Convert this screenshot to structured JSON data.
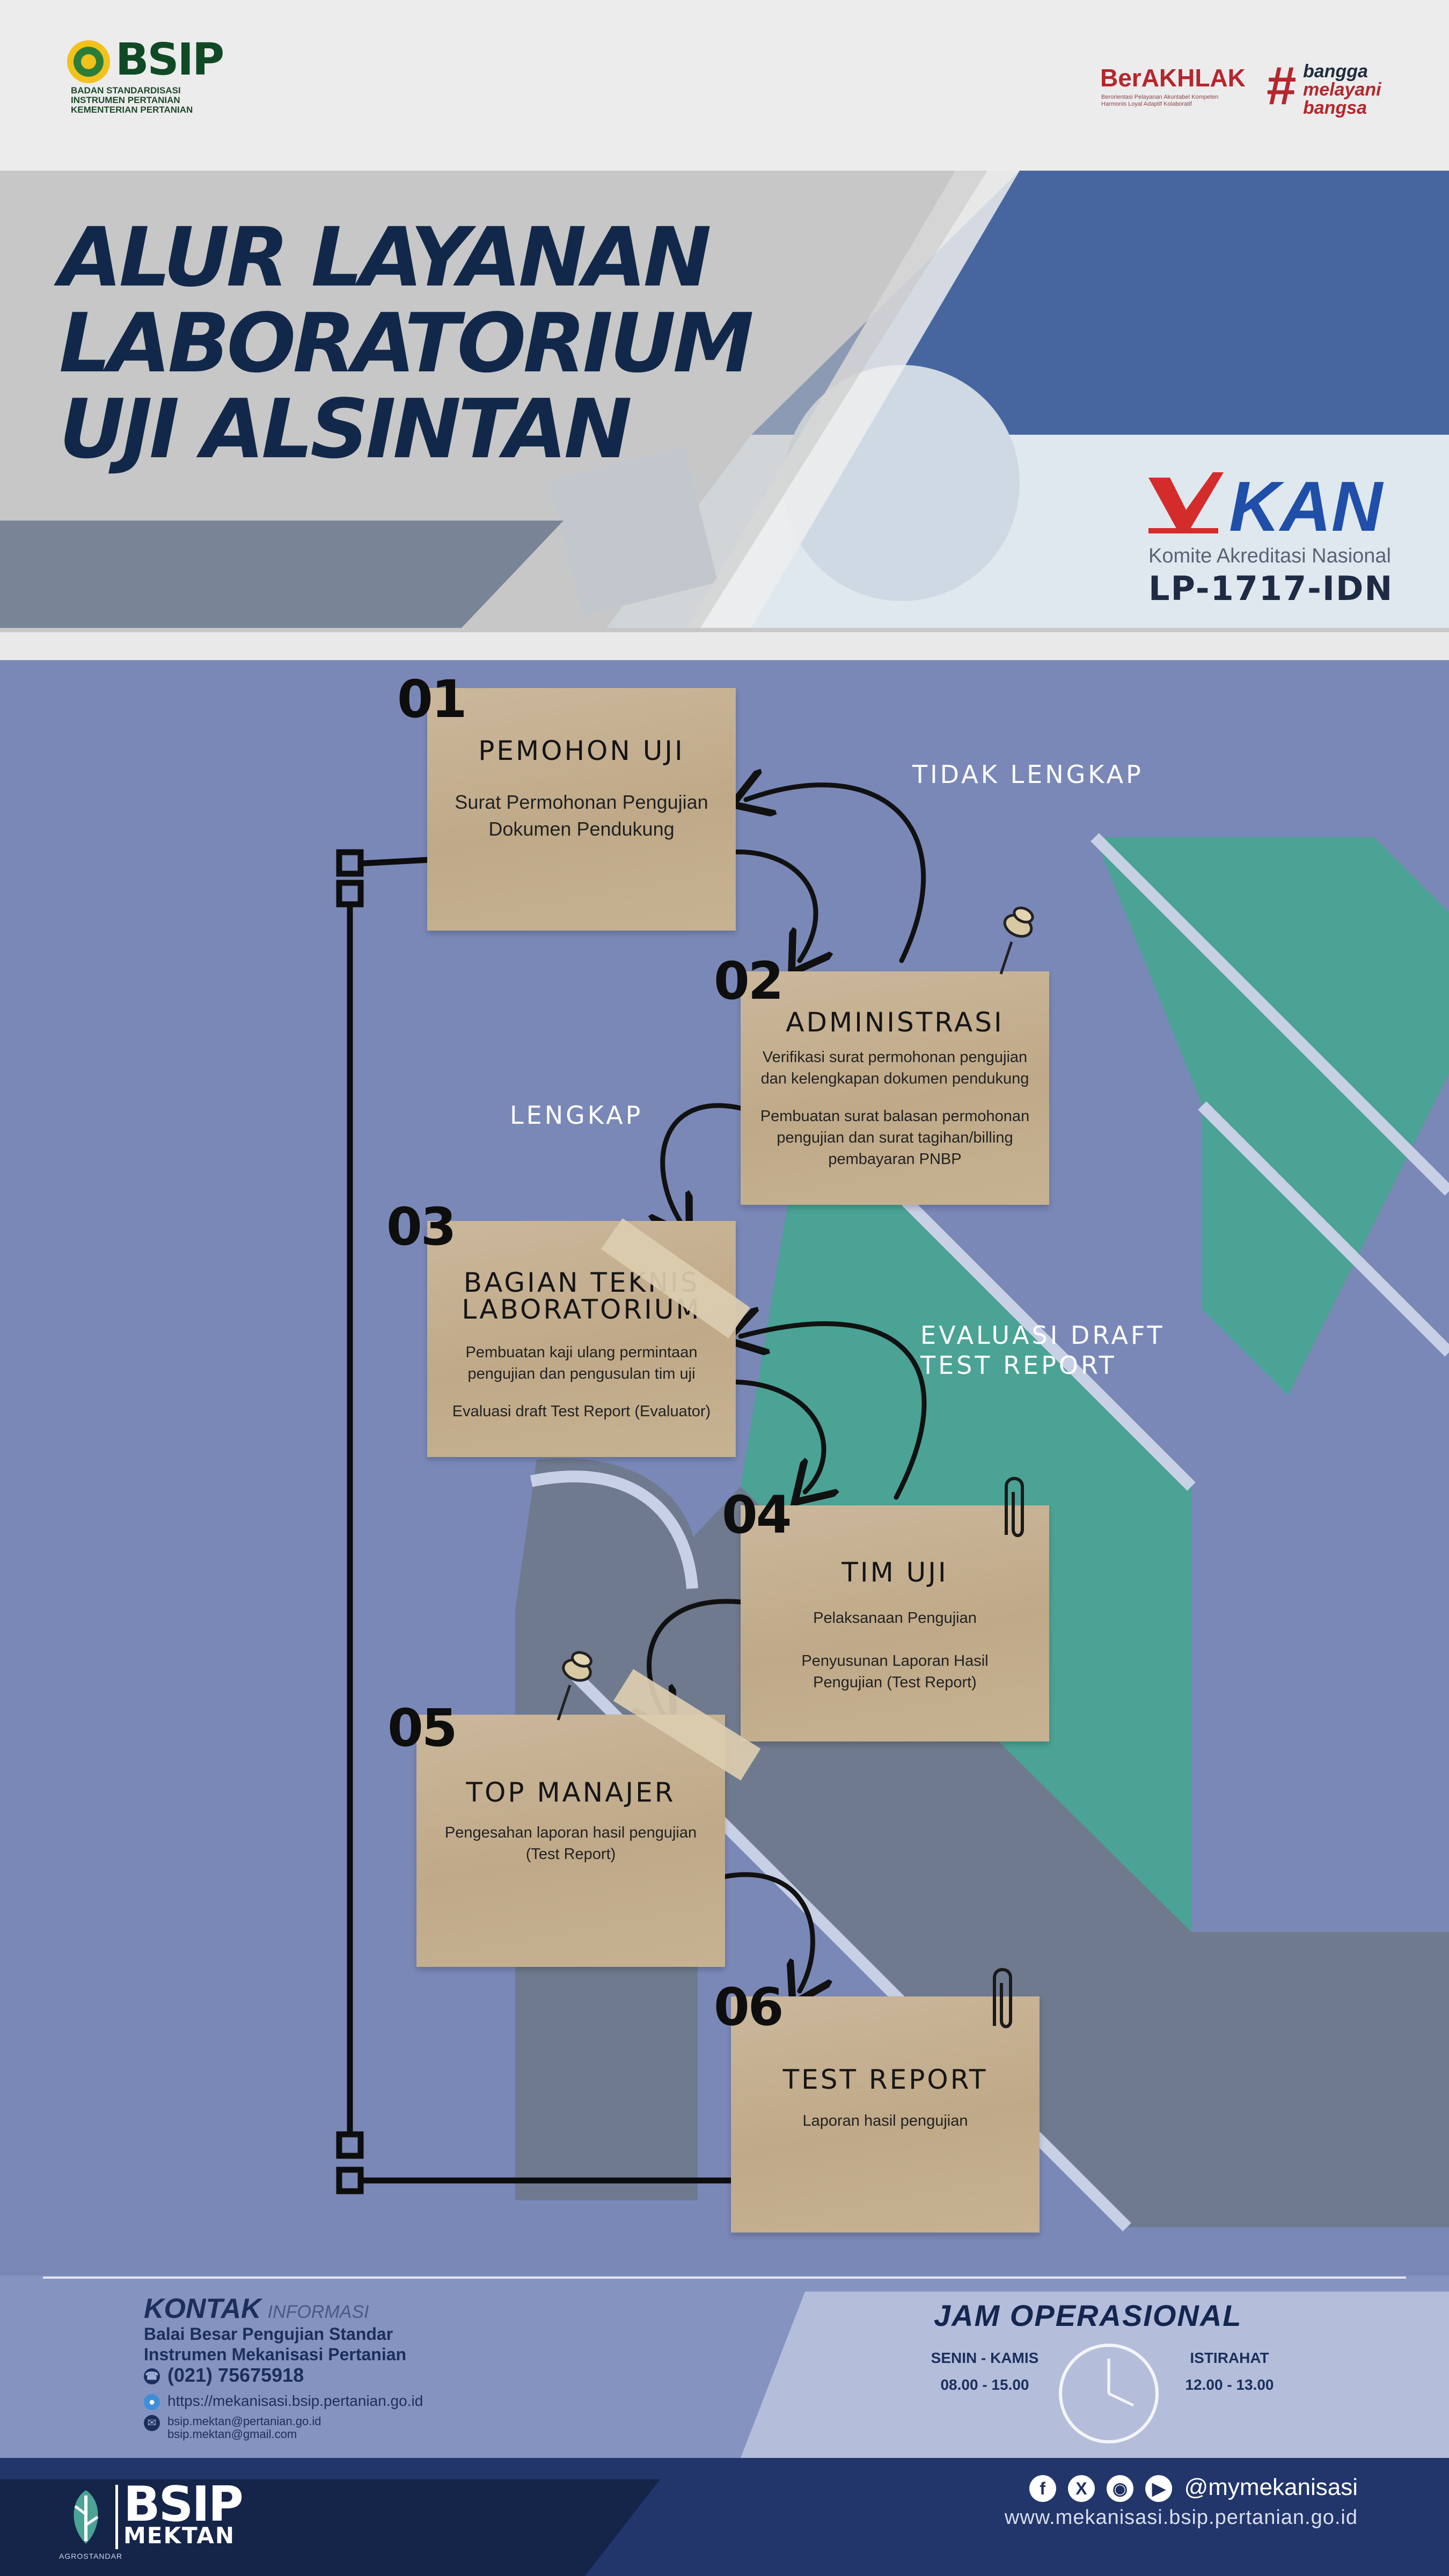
{
  "header": {
    "bsip_logo": {
      "name": "BSIP",
      "subtitle": [
        "BADAN STANDARDISASI",
        "INSTRUMEN PERTANIAN",
        "KEMENTERIAN PERTANIAN"
      ]
    },
    "berakhlak": {
      "name": "BerAKHLAK",
      "tagline": [
        "Berorientasi Pelayanan Akuntabel Kompeten",
        "Harmonis Loyal Adaptif Kolaboratif"
      ]
    },
    "bangga": {
      "hash": "#",
      "words": [
        "bangga",
        "melayani",
        "bangsa"
      ]
    }
  },
  "banner": {
    "title_lines": [
      "ALUR LAYANAN",
      "LABORATORIUM",
      "UJI ALSINTAN"
    ],
    "kan": {
      "name": "KAN",
      "subtitle": "Komite Akreditasi Nasional",
      "code": "LP-1717-IDN"
    }
  },
  "flow": {
    "steps": [
      {
        "number": "01",
        "title": "PEMOHON UJI",
        "lines": [
          "Surat Permohonan Pengujian",
          "Dokumen Pendukung"
        ]
      },
      {
        "number": "02",
        "title": "ADMINISTRASI",
        "lines": [
          "Verifikasi surat permohonan pengujian",
          "dan kelengkapan dokumen pendukung",
          "",
          "Pembuatan surat balasan permohonan",
          "pengujian dan surat tagihan/billing",
          "pembayaran PNBP"
        ]
      },
      {
        "number": "03",
        "title_lines": [
          "BAGIAN TEKNIS",
          "LABORATORIUM"
        ],
        "lines": [
          "Pembuatan kaji ulang permintaan",
          "pengujian dan pengusulan tim uji",
          "",
          "Evaluasi draft Test Report (Evaluator)"
        ]
      },
      {
        "number": "04",
        "title": "TIM UJI",
        "lines": [
          "Pelaksanaan Pengujian",
          "",
          "Penyusunan Laporan Hasil",
          "Pengujian (Test Report)"
        ]
      },
      {
        "number": "05",
        "title": "TOP MANAJER",
        "lines": [
          "Pengesahan laporan hasil pengujian",
          "(Test Report)"
        ]
      },
      {
        "number": "06",
        "title": "TEST REPORT",
        "lines": [
          "Laporan hasil pengujian"
        ]
      }
    ],
    "branch_labels": {
      "tidak_lengkap": "TIDAK LENGKAP",
      "lengkap": "LENGKAP",
      "evaluasi_lines": [
        "EVALUASI DRAFT",
        "TEST REPORT"
      ]
    }
  },
  "contact": {
    "title": "KONTAK",
    "title_suffix": "INFORMASI",
    "org_lines": [
      "Balai Besar Pengujian Standar",
      "Instrumen Mekanisasi Pertanian"
    ],
    "phone": "(021) 75675918",
    "website": "https://mekanisasi.bsip.pertanian.go.id",
    "emails": [
      "bsip.mektan@pertanian.go.id",
      "bsip.mektan@gmail.com"
    ]
  },
  "hours": {
    "title": "JAM OPERASIONAL",
    "days_label": "SENIN - KAMIS",
    "days_time": "08.00 - 15.00",
    "break_label": "ISTIRAHAT",
    "break_time": "12.00 - 13.00"
  },
  "footer": {
    "social_handle": "@mymekanisasi",
    "social_icons": [
      "facebook-icon",
      "x-icon",
      "instagram-icon",
      "youtube-icon"
    ],
    "website": "www.mekanisasi.bsip.pertanian.go.id",
    "logo": {
      "name": "BSIP",
      "sub": "MEKTAN",
      "tag": "AGROSTANDAR"
    }
  },
  "colors": {
    "background_blue": "#7a88b8",
    "dark_navy": "#1d2f5c",
    "banner_blue": "#4766a0",
    "note_paper": "#c4b091",
    "teal": "#4aa394",
    "gray_steel": "#6f7a8f"
  }
}
